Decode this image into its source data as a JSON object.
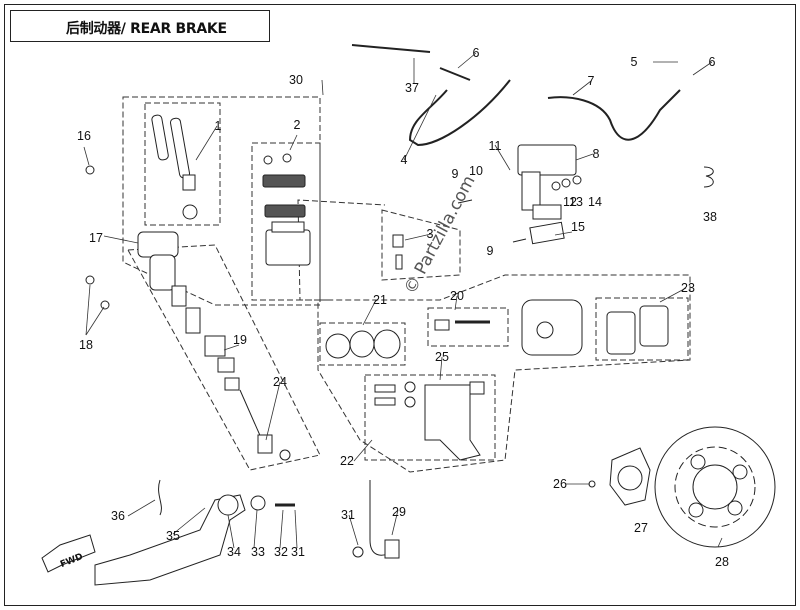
{
  "title": "后制动器/ REAR BRAKE",
  "watermark": "© Partzilla.com",
  "pedal_label": "FWD",
  "callouts": [
    "1",
    "2",
    "3",
    "4",
    "5",
    "6",
    "6",
    "7",
    "8",
    "9",
    "9",
    "10",
    "11",
    "12",
    "13",
    "14",
    "15",
    "16",
    "17",
    "18",
    "19",
    "20",
    "21",
    "22",
    "23",
    "24",
    "25",
    "26",
    "27",
    "28",
    "29",
    "30",
    "31",
    "31",
    "32",
    "33",
    "34",
    "35",
    "36",
    "37",
    "38"
  ]
}
